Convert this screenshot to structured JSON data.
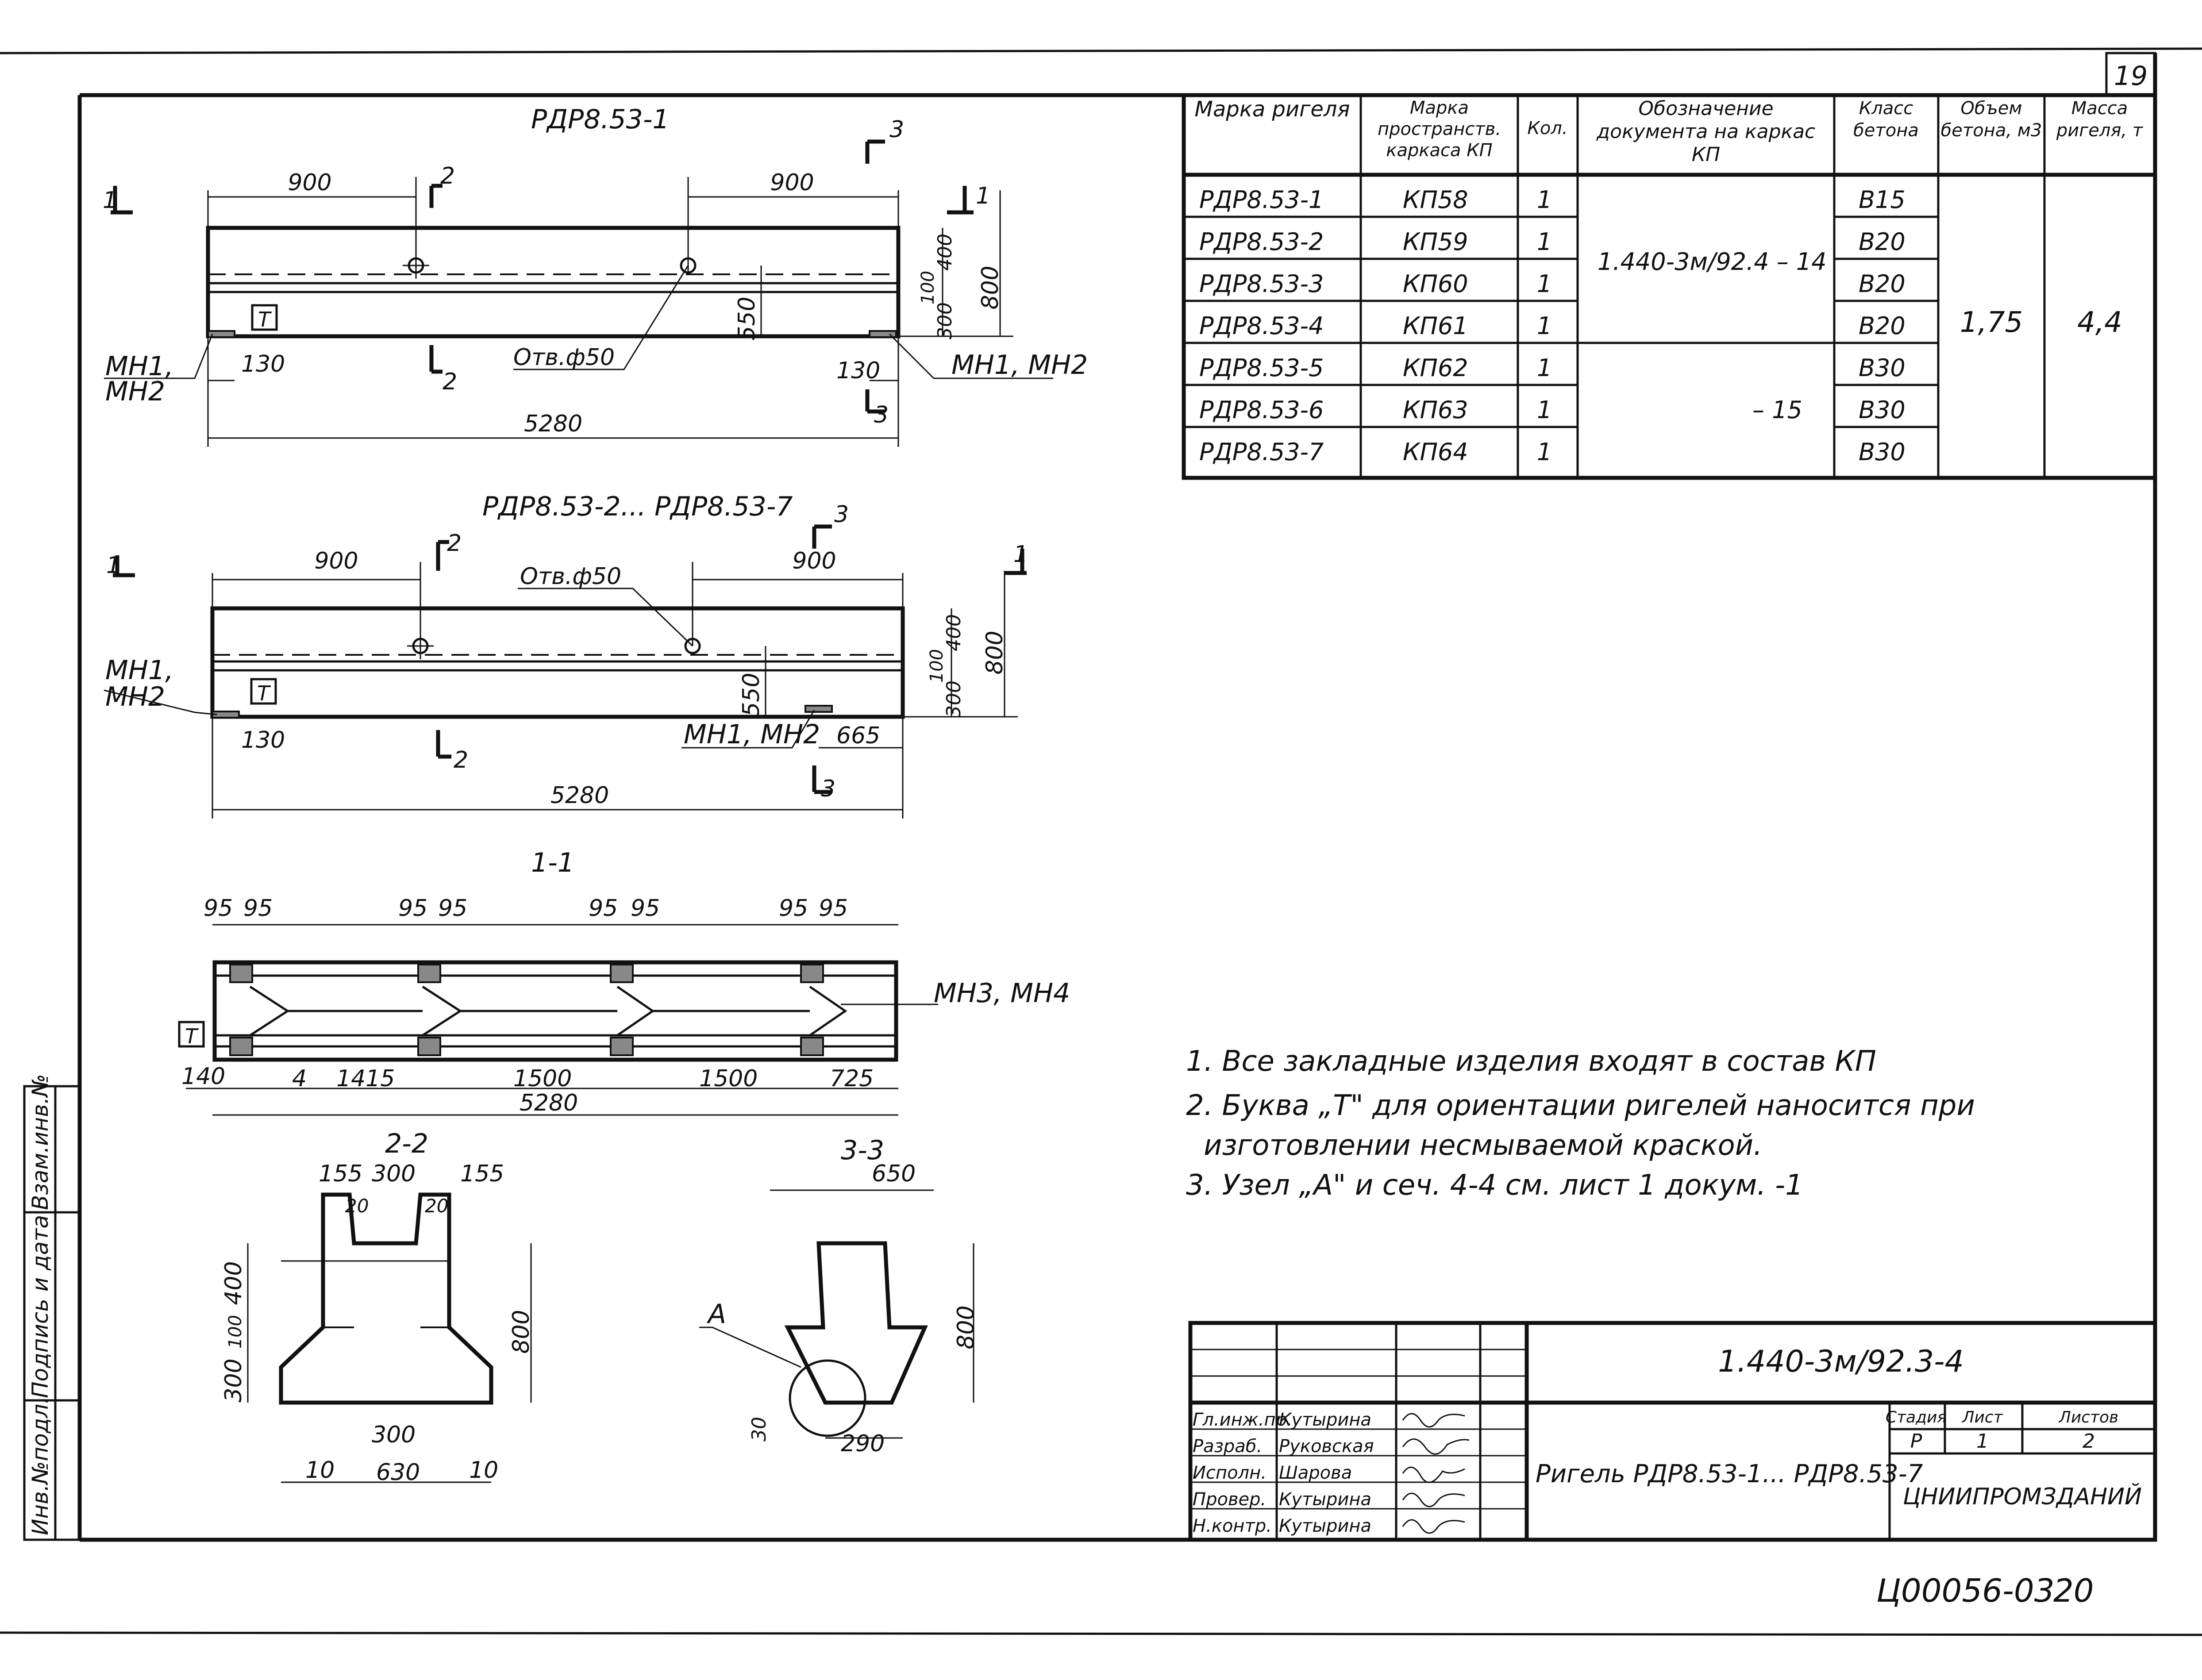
{
  "sheet": {
    "page_number": "19",
    "doc_code": "1.440-3м/92.3-4",
    "title": "Ригель РДР8.53-1... РДР8.53-7",
    "organization": "ЦНИИПРОМЗДАНИЙ",
    "archive_code": "Ц00056-03",
    "archive_page": "20"
  },
  "left_stamp": {
    "cells": [
      "Инв.№подл.",
      "Подпись и дата",
      "Взам.инв.№"
    ]
  },
  "views": {
    "v1_title": "РДР8.53-1",
    "v2_title": "РДР8.53-2... РДР8.53-7",
    "sec11_title": "1-1",
    "sec22_title": "2-2",
    "sec33_title": "3-3",
    "node_a": "А",
    "t_mark": "Т",
    "cut1": "1",
    "cut2": "2",
    "cut3": "3",
    "v1": {
      "d900a": "900",
      "d900b": "900",
      "d5280": "5280",
      "d400": "400",
      "d800": "800",
      "d100": "100",
      "d300": "300",
      "d550": "550",
      "d130a": "130",
      "d130b": "130",
      "hole": "Отв.ф50",
      "mn12_left": "МН1,",
      "mn12_left2": "МН2",
      "mn12_right": "МН1, МН2"
    },
    "v2": {
      "d900a": "900",
      "d900b": "900",
      "d5280": "5280",
      "d400": "400",
      "d800": "800",
      "d100": "100",
      "d300": "300",
      "d550": "550",
      "d130": "130",
      "d665": "665",
      "hole": "Отв.ф50",
      "mn12_left": "МН1,",
      "mn12_left2": "МН2",
      "mn12_mid": "МН1, МН2"
    },
    "s11": {
      "d95": "95",
      "mn34": "МН3, МН4",
      "d140": "140",
      "d4": "4",
      "d1415": "1415",
      "d1500a": "1500",
      "d1500b": "1500",
      "d725": "725",
      "d5280": "5280"
    },
    "s22": {
      "d155a": "155",
      "d300t": "300",
      "d155b": "155",
      "d20a": "20",
      "d20b": "20",
      "d400": "400",
      "d100": "100",
      "d300": "300",
      "d800": "800",
      "d300b": "300",
      "d10a": "10",
      "d630": "630",
      "d10b": "10"
    },
    "s33": {
      "d650": "650",
      "d800": "800",
      "d30": "30",
      "d290": "290"
    }
  },
  "spec_table": {
    "headers": [
      "Марка ригеля",
      "Марка пространств. каркаса КП",
      "Кол.",
      "Обозначение документа на каркас КП",
      "Класс бетона",
      "Объем бетона, м3",
      "Масса ригеля, т"
    ],
    "rows": [
      {
        "mark": "РДР8.53-1",
        "kp": "КП58",
        "qty": "1",
        "concrete": "В15"
      },
      {
        "mark": "РДР8.53-2",
        "kp": "КП59",
        "qty": "1",
        "concrete": "В20"
      },
      {
        "mark": "РДР8.53-3",
        "kp": "КП60",
        "qty": "1",
        "concrete": "В20"
      },
      {
        "mark": "РДР8.53-4",
        "kp": "КП61",
        "qty": "1",
        "concrete": "В20"
      },
      {
        "mark": "РДР8.53-5",
        "kp": "КП62",
        "qty": "1",
        "concrete": "В30"
      },
      {
        "mark": "РДР8.53-6",
        "kp": "КП63",
        "qty": "1",
        "concrete": "В30"
      },
      {
        "mark": "РДР8.53-7",
        "kp": "КП64",
        "qty": "1",
        "concrete": "В30"
      }
    ],
    "doc_a": "1.440-3м/92.4 – 14",
    "doc_b": "– 15",
    "volume": "1,75",
    "mass": "4,4"
  },
  "notes": [
    "1. Все закладные изделия входят в состав КП",
    "2. Буква „Т\" для ориентации ригелей наносится при",
    "изготовлении несмываемой краской.",
    "3. Узел „А\" и сеч. 4-4 см. лист 1 докум. -1"
  ],
  "title_block": {
    "roles": [
      "Гл.инж.пр.",
      "Разраб.",
      "Исполн.",
      "Провер.",
      "Н.контр."
    ],
    "names": [
      "Кутырина",
      "Руковская",
      "Шарова",
      "Кутырина",
      "Кутырина"
    ],
    "stage_label": "Стадия",
    "sheet_label": "Лист",
    "sheets_label": "Листов",
    "stage": "Р",
    "sheet": "1",
    "sheets": "2"
  }
}
